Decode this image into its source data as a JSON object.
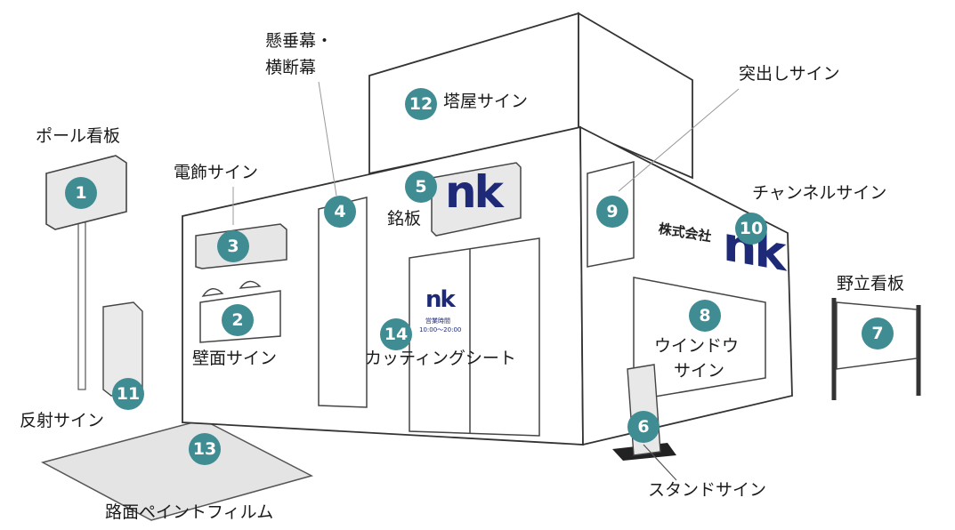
{
  "labels": {
    "pole": "ポール看板",
    "electric": "電飾サイン",
    "banner_line1": "懸垂幕・",
    "banner_line2": "横断幕",
    "tower": "塔屋サイン",
    "nameplate": "銘板",
    "protruding": "突出しサイン",
    "channel": "チャンネルサイン",
    "field_board": "野立看板",
    "wall": "壁面サイン",
    "cutting": "カッティングシート",
    "window_line1": "ウインドウ",
    "window_line2": "サイン",
    "reflective": "反射サイン",
    "stand": "スタンドサイン",
    "road": "路面ペイントフィルム"
  },
  "badges": [
    "1",
    "2",
    "3",
    "4",
    "5",
    "6",
    "7",
    "8",
    "9",
    "10",
    "11",
    "12",
    "13",
    "14"
  ],
  "company_name": "株式会社",
  "logo_text": "nk",
  "door_logo": {
    "line1": "営業時間",
    "line2": "10:00〜20:00"
  },
  "colors": {
    "badge": "#3f8c93",
    "logo": "#1e2a78",
    "outline": "#333333",
    "panel": "#eeeeee"
  }
}
